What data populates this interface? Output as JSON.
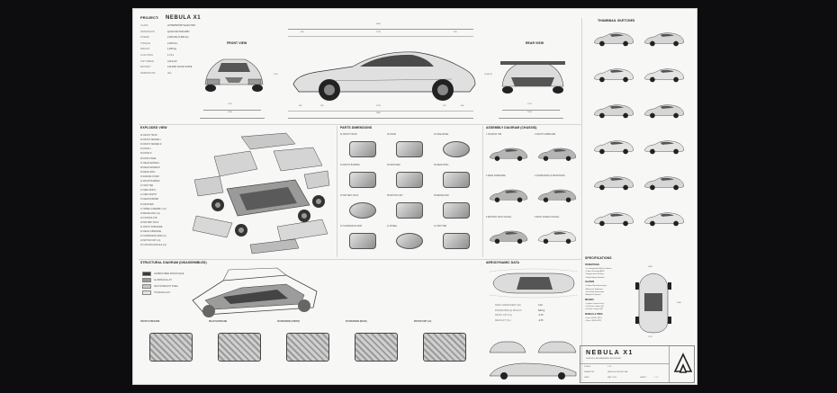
{
  "project": {
    "label": "PROJECT:",
    "name": "NEBULA X1"
  },
  "specs": [
    {
      "k": "CLASS",
      "v": "HYPERSPORT ELECTRIC"
    },
    {
      "k": "DRIVETRAIN",
      "v": "QUAD MOTOR AWD"
    },
    {
      "k": "POWER",
      "v": "2,000 kW (2,682 hp)"
    },
    {
      "k": "TORQUE",
      "v": "2,300 Nm"
    },
    {
      "k": "WEIGHT",
      "v": "1,650 kg"
    },
    {
      "k": "0-100 KM/H",
      "v": "1.72 s"
    },
    {
      "k": "TOP SPEED",
      "v": "410 km/h"
    },
    {
      "k": "BATTERY",
      "v": "130 kWh SOLID STATE"
    },
    {
      "k": "DIMENSIONS",
      "v": "mm"
    }
  ],
  "views": {
    "front": "FRONT VIEW",
    "rear": "REAR VIEW",
    "thumbnails": "THUMBNAIL SKETCHES"
  },
  "dims": {
    "overall_length": "4690",
    "seg_a": "960",
    "seg_b": "2730",
    "seg_c": "990",
    "height": "1140",
    "front_track": "1720",
    "front_width": "2040",
    "rear_track": "1720",
    "rear_width": "2040",
    "side_a": "965",
    "side_b": "760",
    "side_c": "2730",
    "side_d": "765",
    "side_e": "860",
    "side_total": "5080"
  },
  "sections": {
    "exploded": "EXPLODED VIEW",
    "parts": "PARTS DIMENSIONS",
    "assembly": "ASSEMBLY DIAGRAM (CHASSIS)",
    "structural": "STRUCTURAL DIAGRAM (DISASSEMBLED)",
    "aero": "AERODYNAMIC DATA",
    "specifications": "SPECIFICATIONS"
  },
  "exploded_parts": [
    "FRONT HOOD",
    "FRONT FENDER L",
    "FRONT FENDER R",
    "DOOR L",
    "DOOR R",
    "ROOF PANEL",
    "REAR FENDER L",
    "REAR FENDER R",
    "REAR WING",
    "ENGINE COVER",
    "FRONT BUMPER",
    "SPLITTER",
    "SIDE SKIRT L",
    "SIDE SKIRT R",
    "REAR BUMPER",
    "DIFFUSER",
    "WHEEL ASSEMBLY (x4)",
    "BRAKE DISC (x4)",
    "CHASSIS TUB",
    "BATTERY PACK",
    "FRONT SUBFRAME",
    "REAR SUBFRAME",
    "SUSPENSION ARM (x4)",
    "MOTOR UNIT (x4)",
    "COOLING MODULE (x2)"
  ],
  "parts": [
    "FRONT HOOD",
    "DOOR",
    "SIDE PANEL",
    "FRONT BUMPER",
    "DIFFUSER",
    "REAR WING",
    "BATTERY PACK",
    "MOTOR UNIT",
    "BRAKE DISC",
    "SUSPENSION ARM",
    "WHEEL",
    "SPLITTER"
  ],
  "assembly": [
    "CHASSIS TUB",
    "FRONT SUBFRAME",
    "REAR SUBFRAME",
    "SUSPENSION & DRIVETRAIN",
    "BATTERY PACK INSTALL",
    "BODY PANELS INSTALL"
  ],
  "materials": [
    "CARBON FIBER MONOCOQUE",
    "ALUMINUM ALLOY",
    "HIGH-STRENGTH STEEL",
    "TITANIUM ALLOY"
  ],
  "material_colors": [
    "#3a3a3a",
    "#9a9a9a",
    "#c8c8c8",
    "#e4e4e4"
  ],
  "subassemblies": [
    "FRONT SUBFRAME",
    "REAR SUBFRAME",
    "SUSPENSION (FRONT)",
    "SUSPENSION (REAR)",
    "MOTOR UNIT (x4)"
  ],
  "aero_data": [
    {
      "k": "DRAG COEFFICIENT (Cd)",
      "v": "0.29"
    },
    {
      "k": "DOWNFORCE @ 250 km/h",
      "v": "820 kg"
    },
    {
      "k": "FRONT LIFT (CL)",
      "v": "-0.45"
    },
    {
      "k": "REAR LIFT (CL)",
      "v": "-0.65"
    }
  ],
  "spec_groups": [
    {
      "title": "POWERTRAIN",
      "items": [
        "4 x Independent Electric Motors",
        "Torque Vectoring AWD",
        "Regenerative Braking",
        "Single-Speed Gearbox"
      ]
    },
    {
      "title": "CHASSIS",
      "items": [
        "Carbon Fiber Monocoque",
        "Aluminum Subframes",
        "Push-Rod Suspension",
        "Adaptive Dampers"
      ]
    },
    {
      "title": "BRAKES",
      "items": [
        "Carbon Ceramic Discs",
        "10-Piston Calipers (F)",
        "6-Piston Calipers (R)"
      ]
    },
    {
      "title": "WHEELS & TIRES",
      "items": [
        "Front: 265/35 ZR21",
        "Rear: 335/30 ZR22"
      ]
    }
  ],
  "spec_dims": {
    "width": "2040",
    "length": "5080",
    "track": "1720"
  },
  "title_block": {
    "name": "NEBULA X1",
    "subtitle": "DESIGN & ENGINEERING BLUEPRINT",
    "scale_label": "SCALE",
    "scale": "1:10",
    "drawn_label": "DRAWN BY",
    "drawn": "NEBULA DESIGN LAB",
    "date_label": "DATE",
    "date": "MAY 2025",
    "sheet_label": "SHEET",
    "sheet": "1 / 1"
  }
}
